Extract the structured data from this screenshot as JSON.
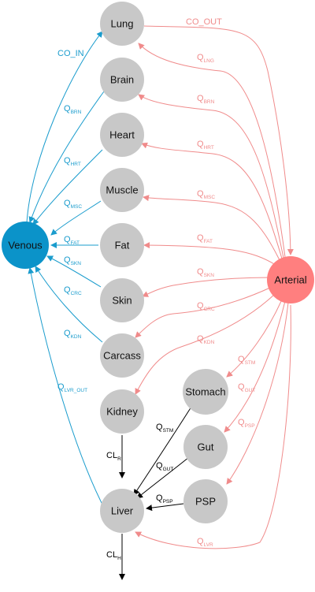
{
  "colors": {
    "venous": "#0b93c9",
    "arterial": "#ff7f7f",
    "organ": "#c8c8c8",
    "venous_edge": "#1a9ccd",
    "arterial_edge": "#f08b8b",
    "clearance_edge": "#000000"
  },
  "nodes": {
    "lung": "Lung",
    "brain": "Brain",
    "heart": "Heart",
    "muscle": "Muscle",
    "fat": "Fat",
    "skin": "Skin",
    "carcass": "Carcass",
    "kidney": "Kidney",
    "liver": "Liver",
    "venous": "Venous",
    "arterial": "Arterial",
    "stomach": "Stomach",
    "gut": "Gut",
    "psp": "PSP"
  },
  "edge_labels": {
    "co_in": "CO_IN",
    "co_out": "CO_OUT",
    "q": "Q",
    "cl": "CL",
    "v_brn": "BRN",
    "v_hrt": "HRT",
    "v_msc": "MSC",
    "v_fat": "FAT",
    "v_skn": "SKN",
    "v_crc": "CRC",
    "v_kdn": "KDN",
    "v_lvr_out": "LVR_OUT",
    "a_lng": "LNG",
    "a_brn": "BRN",
    "a_hrt": "HRT",
    "a_msc": "MSC",
    "a_fat": "FAT",
    "a_skn": "SKN",
    "a_crc": "CRC",
    "a_kdn": "KDN",
    "a_stm": "STM",
    "a_gut": "GUT",
    "a_psp": "PSP",
    "a_lvr": "LVR",
    "b_stm": "STM",
    "b_gut": "GUT",
    "b_psp": "PSP",
    "cl_r": "R",
    "cl_h": "H"
  }
}
